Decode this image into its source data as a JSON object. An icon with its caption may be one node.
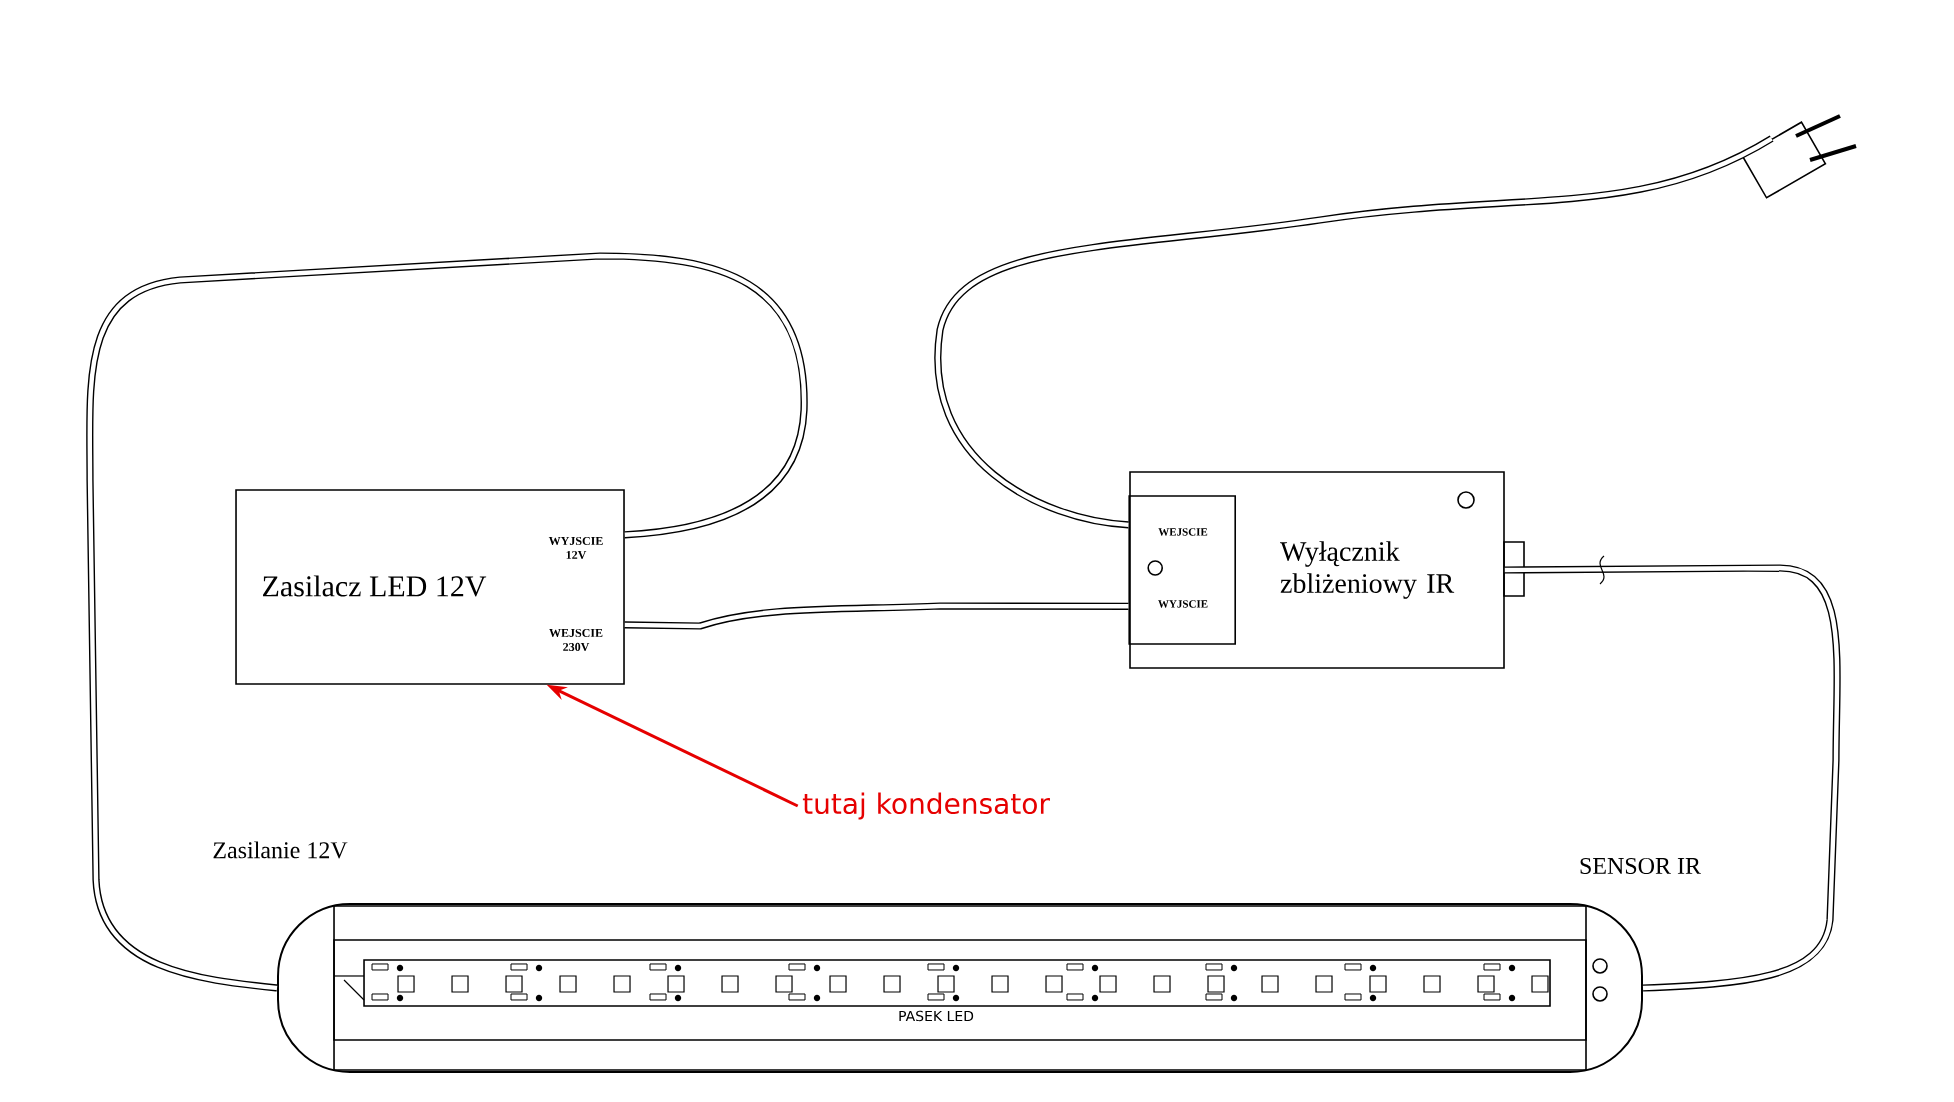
{
  "diagram": {
    "nodes": [
      {
        "text": [
          "Zasilacz LED 12V",
          "WYJSCIE 12V",
          "WEJSCIE 230V"
        ]
      },
      {
        "text": [
          "Wyłącznik zbliżeniowy IR"
        ]
      },
      {
        "text": [
          "WEJSCIE",
          "WYJSCIE"
        ],
        "in": 1
      },
      {
        "text": [],
        "shape": "picture"
      },
      {
        "text": [
          "PASEK LED"
        ]
      },
      {
        "text": [
          "tutaj kondensator"
        ]
      }
    ],
    "edges": [
      {
        "from": 0,
        "to": 4,
        "arrow": "none"
      },
      {
        "from": 0,
        "to": 2,
        "arrow": "none"
      },
      {
        "from": 3,
        "to": 2,
        "arrow": "none"
      },
      {
        "from": 1,
        "to": 4,
        "arrow": "none"
      },
      {
        "from": 5,
        "to": 0,
        "arrow": "to",
        "color": "#e60000"
      }
    ],
    "labels": [
      "Zasilanie 12V",
      "SENSOR IR"
    ]
  }
}
